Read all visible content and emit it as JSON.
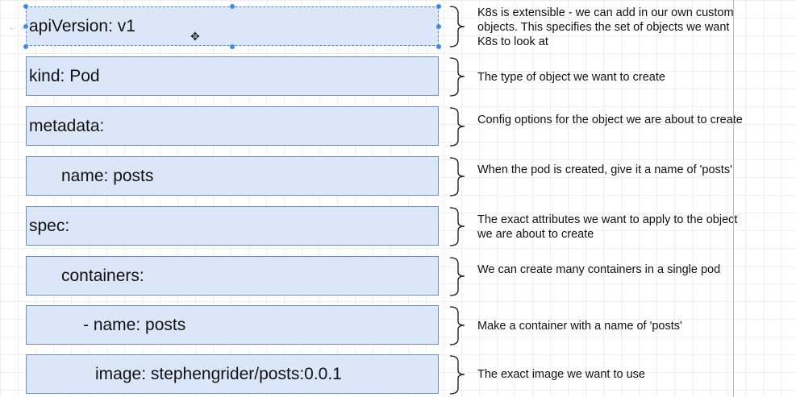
{
  "rows": [
    {
      "key": "apiVersion: v1",
      "description": "K8s is extensible - we can add in our own custom objects.  This specifies the set of objects we want K8s to look at"
    },
    {
      "key": "kind: Pod",
      "description": "The type of object we want to create"
    },
    {
      "key": "metadata:",
      "description": "Config options for the object we are about to create"
    },
    {
      "key": "name: posts",
      "description": "When the pod is created, give it a name of 'posts'"
    },
    {
      "key": "spec:",
      "description": "The exact attributes we want to apply to the object we are about to create"
    },
    {
      "key": "containers:",
      "description": "We can create many containers in a single pod"
    },
    {
      "key": "- name: posts",
      "description": "Make a container with a name of 'posts'"
    },
    {
      "key": "image: stephengrider/posts:0.0.1",
      "description": "The exact image we want to use"
    }
  ],
  "colors": {
    "box_fill": "#dbe6f8",
    "box_border": "#6c8ebf",
    "selection": "#3d8ce8"
  },
  "icons": {
    "cursor": "move-cursor-icon",
    "connector": "connector-arrow-icon"
  }
}
